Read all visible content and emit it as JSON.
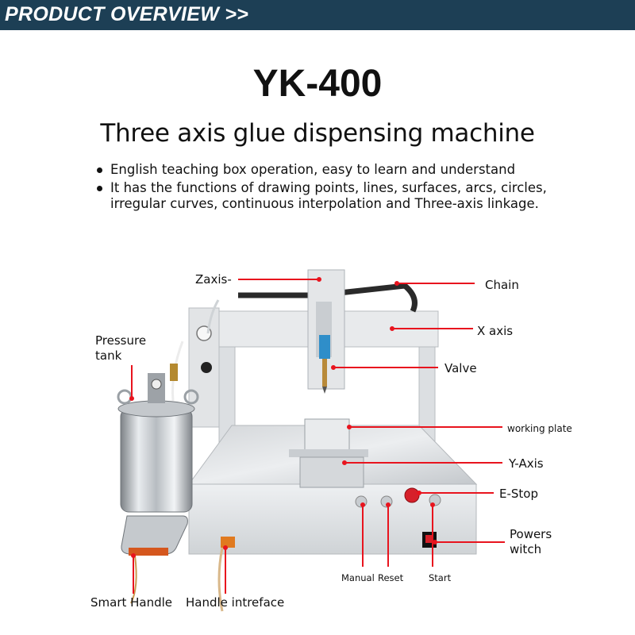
{
  "banner": {
    "text": "PRODUCT OVERVIEW >>"
  },
  "product": {
    "model": "YK-400",
    "name": "Three axis glue dispensing machine"
  },
  "features": [
    "English teaching box operation, easy to learn and understand",
    "It has the functions of drawing points, lines, surfaces, arcs, circles, irregular curves, continuous interpolation and Three-axis linkage."
  ],
  "callouts": {
    "zaxis": "Zaxis-",
    "chain": "Chain",
    "pressure_tank": "Pressure tank",
    "x_axis": "X axis",
    "valve": "Valve",
    "working_plate": "working plate",
    "y_axis": "Y-Axis",
    "e_stop": "E-Stop",
    "power_switch": "Powers witch",
    "manual": "Manual",
    "reset": "Reset",
    "start": "Start",
    "smart_handle": "Smart Handle",
    "handle_interface": "Handle intreface"
  },
  "colors": {
    "banner_bg": "#1d3f55",
    "leader_line": "#e8141e",
    "machine_frame": "#d9dcdf",
    "base_panel": "#e4e6e8",
    "estop": "#d6202a"
  }
}
